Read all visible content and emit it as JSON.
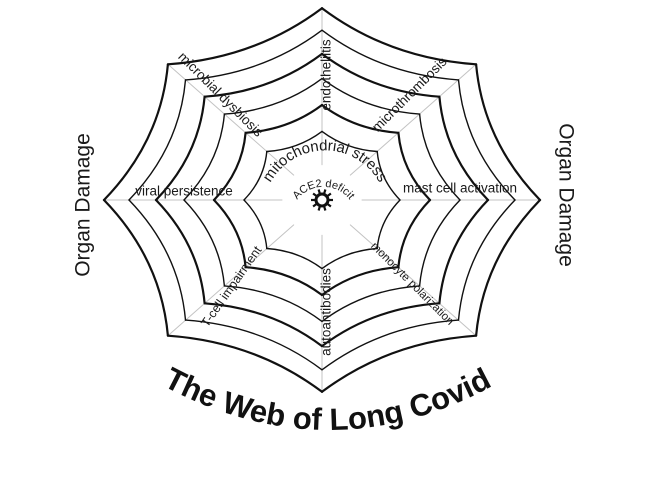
{
  "title": "The Web of Long Covid",
  "side_labels": {
    "left": "Organ Damage",
    "right": "Organ Damage"
  },
  "center": {
    "ring_text": "mitochondrial stress",
    "core_text": "ACE2 deficit",
    "virus_icon": "virus-icon"
  },
  "spokes": [
    {
      "id": "endotheliitis",
      "label": "endotheliitis"
    },
    {
      "id": "microthrombosis",
      "label": "microthrombosis"
    },
    {
      "id": "mast-cell-activation",
      "label": "mast cell activation"
    },
    {
      "id": "monocyte-polarization",
      "label": "monocyte polarization"
    },
    {
      "id": "autoantibodies",
      "label": "autoantibodies"
    },
    {
      "id": "t-cell-impairment",
      "label": "T-cell impairment"
    },
    {
      "id": "viral-persistence",
      "label": "viral persistence"
    },
    {
      "id": "microbial-dysbiosis",
      "label": "microbial dysbiosis"
    }
  ],
  "colors": {
    "ink": "#111111",
    "background": "#ffffff"
  }
}
